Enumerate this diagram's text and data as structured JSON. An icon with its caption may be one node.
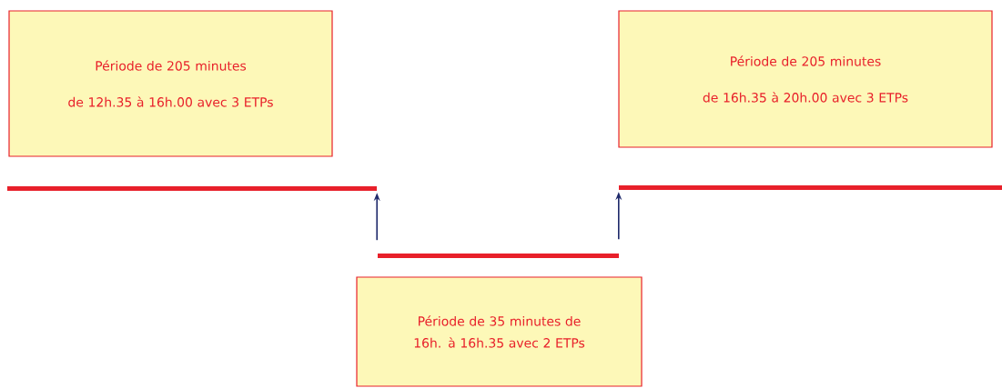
{
  "diagram": {
    "nodes": [
      {
        "text": [
          "Période de 205 minutes",
          "de 12h.35 à 16h.00 avec 3 ETPs"
        ]
      },
      {
        "text": [
          "Période de 205 minutes",
          "de 16h.35 à 20h.00 avec 3 ETPs"
        ]
      },
      {
        "text": [
          "Période de 35 minutes de 16h. à 16h.35 avec 2 ETPs"
        ]
      },
      {
        "text": [],
        "shape": "bar"
      },
      {
        "text": [],
        "shape": "bar"
      },
      {
        "text": [],
        "shape": "bar"
      }
    ],
    "edges": [
      {
        "from": null,
        "to": 3,
        "arrow": "to"
      },
      {
        "from": null,
        "to": 5,
        "arrow": "to"
      }
    ]
  }
}
